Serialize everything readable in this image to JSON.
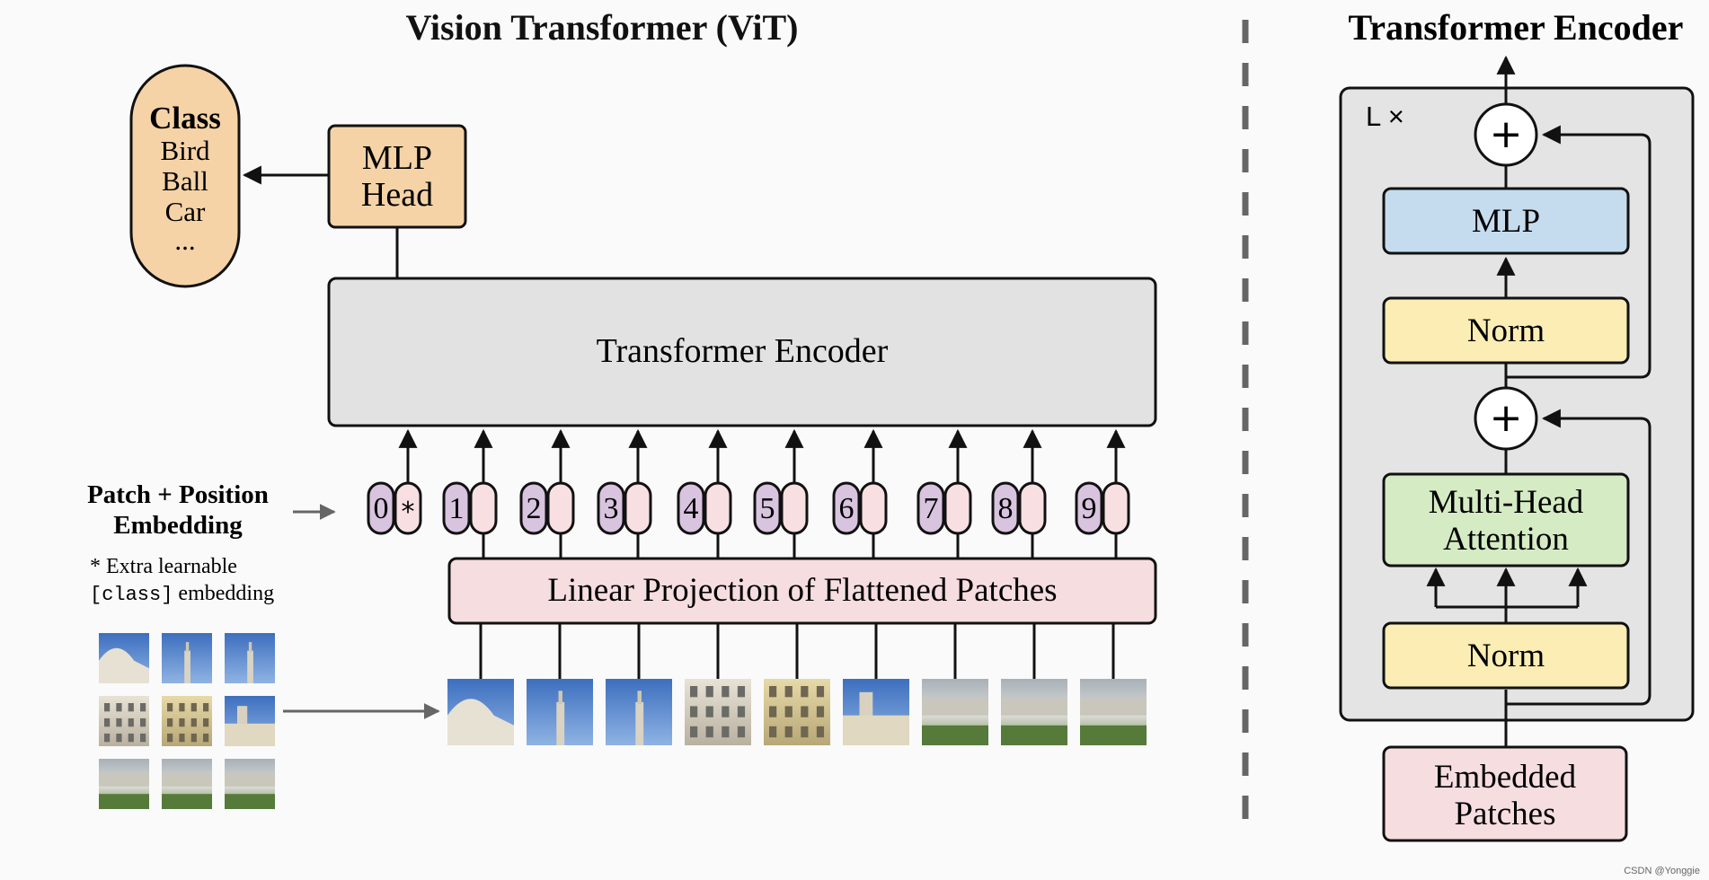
{
  "vit": {
    "title": "Vision Transformer (ViT)",
    "class_box": {
      "title": "Class",
      "items": [
        "Bird",
        "Ball",
        "Car",
        "..."
      ]
    },
    "mlp_head": {
      "line1": "MLP",
      "line2": "Head"
    },
    "encoder_label": "Transformer Encoder",
    "patch_label": {
      "line1": "Patch + Position",
      "line2": "Embedding"
    },
    "note": {
      "line1": "* Extra learnable",
      "line2_code": "[class]",
      "line2_rest": " embedding"
    },
    "projection_label": "Linear Projection of Flattened Patches",
    "tokens": [
      "0",
      "1",
      "2",
      "3",
      "4",
      "5",
      "6",
      "7",
      "8",
      "9"
    ],
    "class_token_marker": "*"
  },
  "encoder": {
    "title": "Transformer Encoder",
    "repeat_label": "L ×",
    "plus": "+",
    "mlp": "MLP",
    "norm_top": "Norm",
    "mha": {
      "line1": "Multi-Head",
      "line2": "Attention"
    },
    "norm_bottom": "Norm",
    "embedded": {
      "line1": "Embedded",
      "line2": "Patches"
    }
  },
  "watermark": "CSDN @Yonggie",
  "colors": {
    "class_fill": "#f5d3a6",
    "encoder_fill": "#e2e2e2",
    "projection_fill": "#f6dde0",
    "token_dark": "#d8c4de",
    "token_light": "#f8e0e2",
    "mlp_fill": "#c5dcef",
    "norm_fill": "#fbedb3",
    "mha_fill": "#d4ebc4",
    "panel_fill": "#e4e4e4",
    "arrow": "#111111",
    "grey_arrow": "#666666"
  }
}
